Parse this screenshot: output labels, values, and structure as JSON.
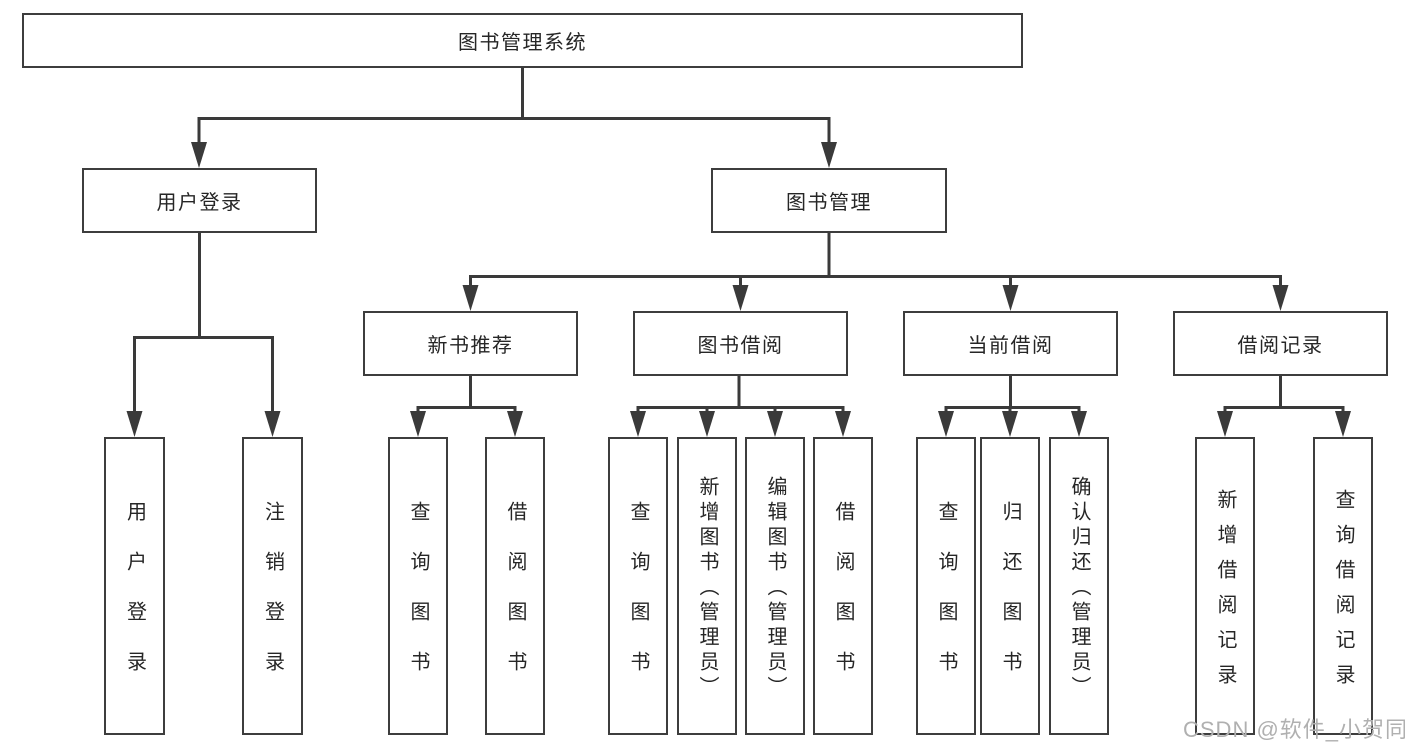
{
  "diagram": {
    "root": "图书管理系统",
    "level2": [
      {
        "label": "用户登录",
        "children": [
          "用户登录",
          "注销登录"
        ]
      },
      {
        "label": "图书管理"
      }
    ],
    "level3": [
      {
        "label": "新书推荐",
        "children": [
          "查询图书",
          "借阅图书"
        ]
      },
      {
        "label": "图书借阅",
        "children": [
          "查询图书",
          "新增图书（管理员）",
          "编辑图书（管理员）",
          "借阅图书"
        ]
      },
      {
        "label": "当前借阅",
        "children": [
          "查询图书",
          "归还图书",
          "确认归还（管理员）"
        ]
      },
      {
        "label": "借阅记录",
        "children": [
          "新增借阅记录",
          "查询借阅记录"
        ]
      }
    ]
  },
  "watermark": "CSDN @软件_小贺同学",
  "colors": {
    "line": "#3a3a3a",
    "box_border": "#3d3d3d",
    "text": "#262626",
    "background": "#ffffff",
    "watermark": "#b0b0b0"
  }
}
